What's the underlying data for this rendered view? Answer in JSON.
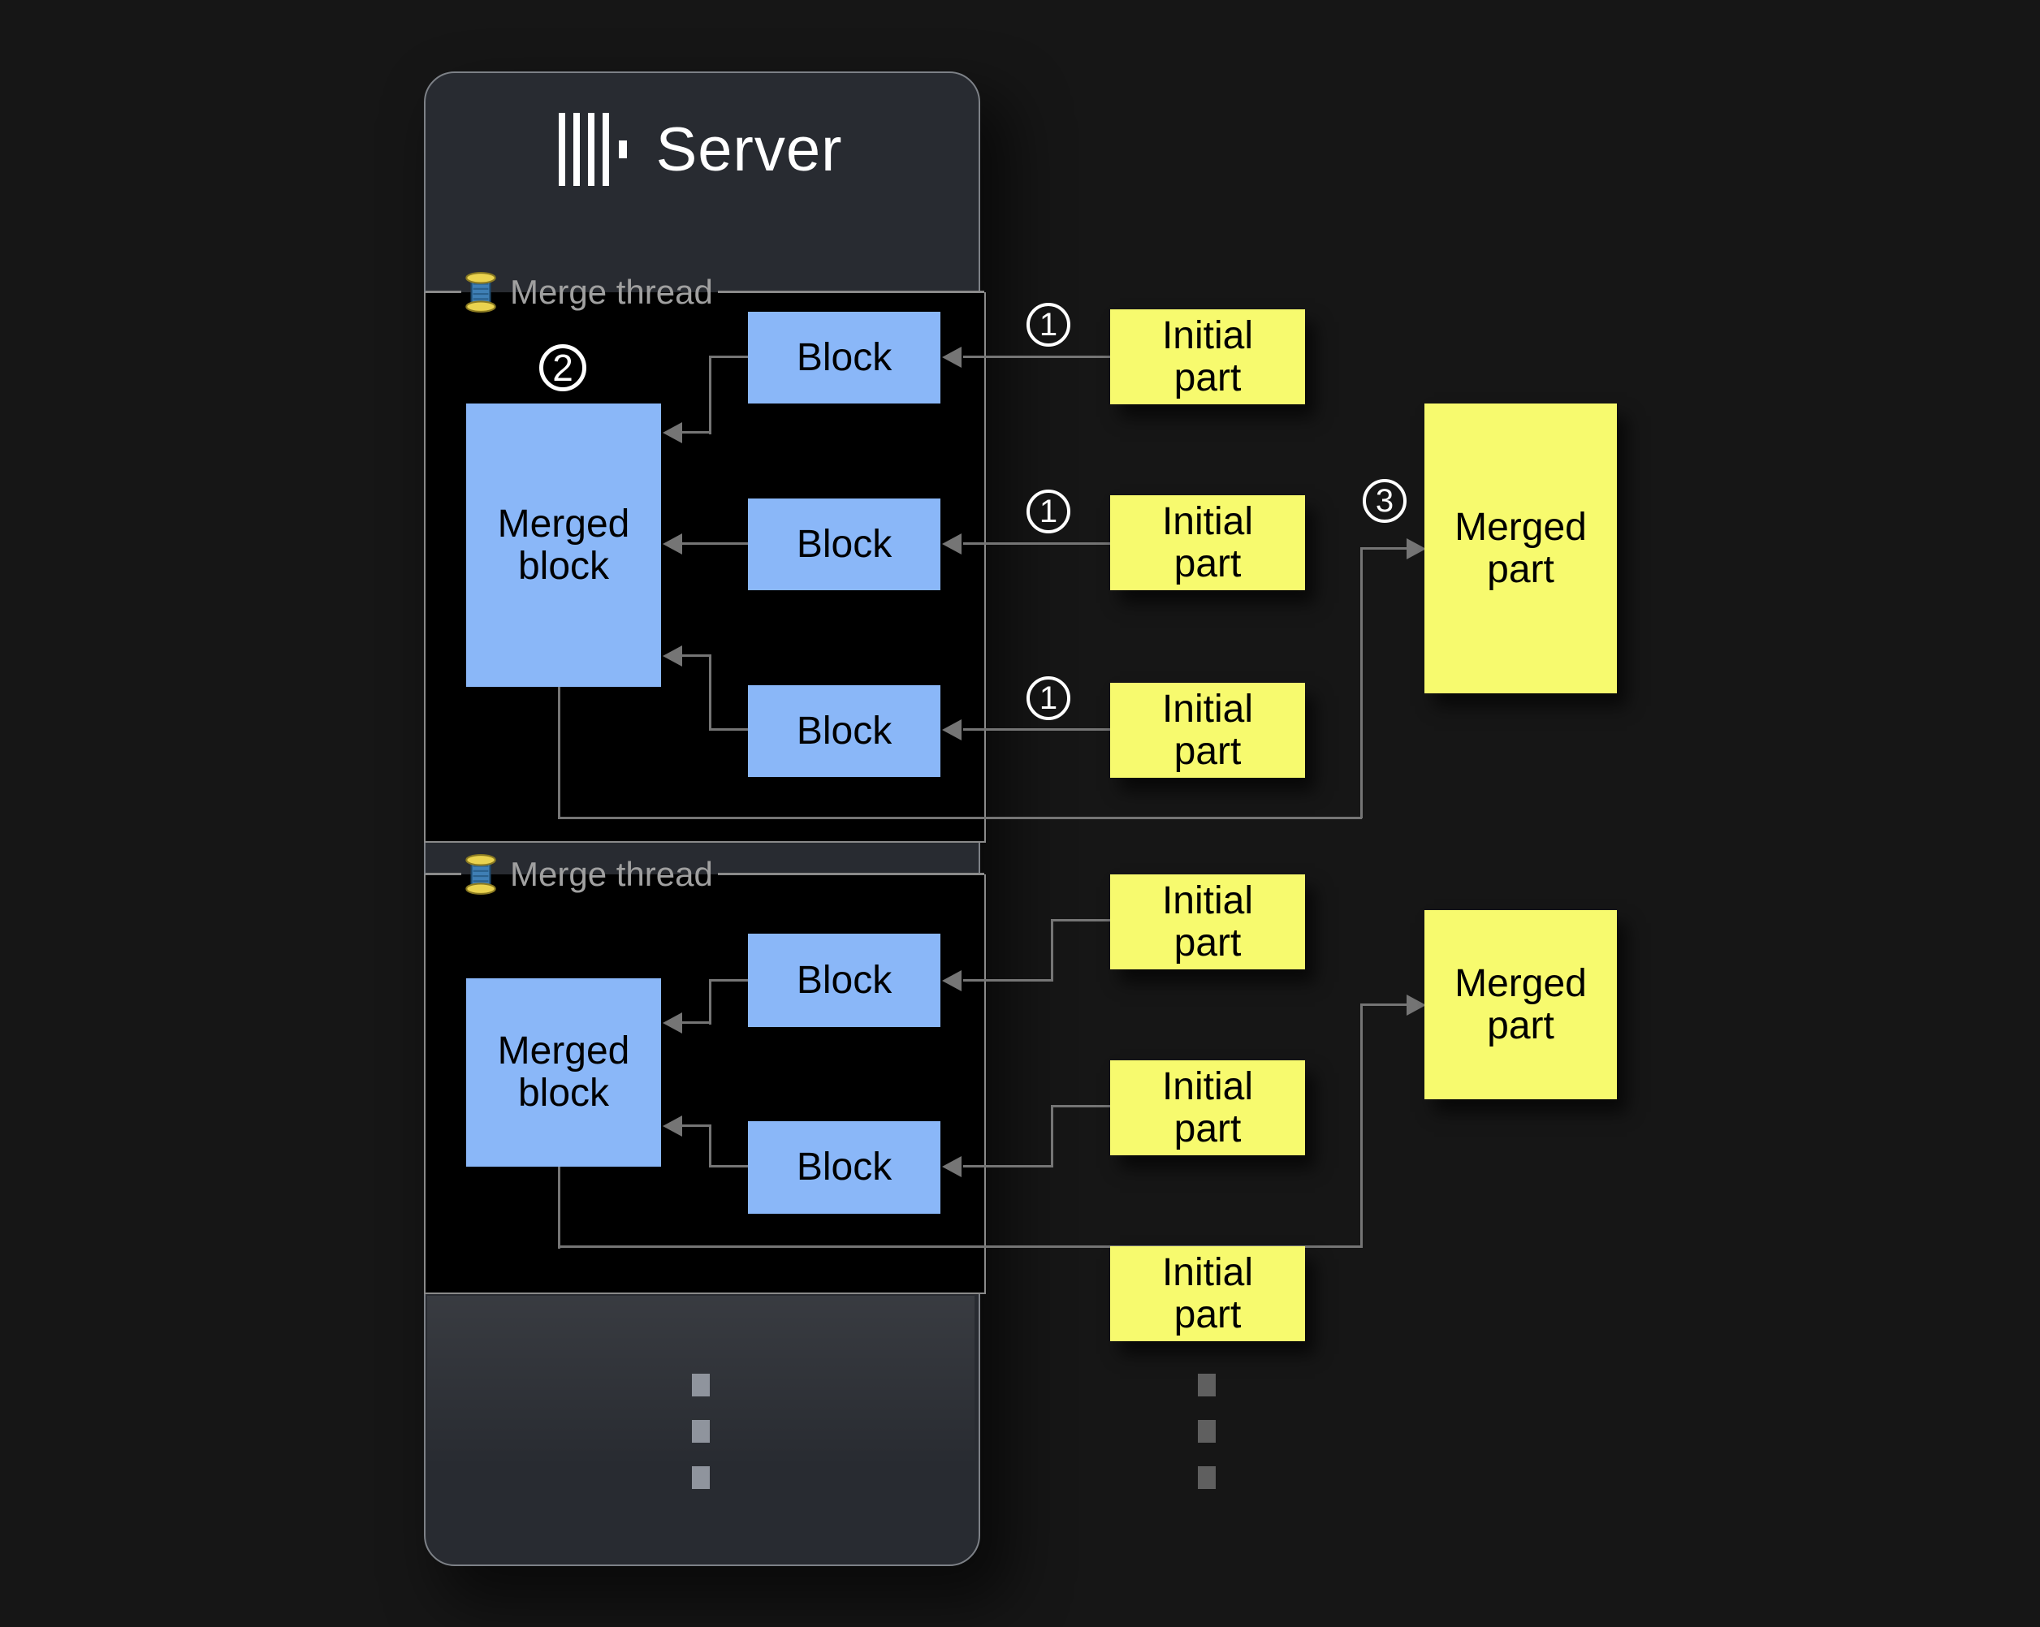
{
  "server": {
    "title": "Server",
    "logo_icon": "clickhouse-logo"
  },
  "threads": [
    {
      "label": "Merge thread",
      "icon": "thread-spool",
      "badge": "2",
      "merged_block": "Merged block",
      "blocks": [
        "Block",
        "Block",
        "Block"
      ]
    },
    {
      "label": "Merge thread",
      "icon": "thread-spool",
      "merged_block": "Merged block",
      "blocks": [
        "Block",
        "Block"
      ]
    }
  ],
  "initial_parts": [
    {
      "label": "Initial part",
      "badge": "1"
    },
    {
      "label": "Initial part",
      "badge": "1"
    },
    {
      "label": "Initial part",
      "badge": "1"
    },
    {
      "label": "Initial part"
    },
    {
      "label": "Initial part"
    },
    {
      "label": "Initial part"
    }
  ],
  "merged_parts": [
    {
      "label": "Merged part",
      "badge": "3"
    },
    {
      "label": "Merged part"
    }
  ],
  "ellipsis": {
    "icon": "vertical-ellipsis-dots",
    "dots_per_column": 3,
    "columns": 2
  },
  "colors": {
    "page_background": "#161616",
    "server_panel": "#282b31",
    "server_border": "#7d8187",
    "thread_panel": "#000000",
    "thread_panel_border": "#8a8a8a",
    "block_fill": "#8ab7f8",
    "part_fill": "#f7fa6e",
    "connector_line": "#757575",
    "legend_text": "#a0a0a0",
    "title_text": "#ffffff",
    "box_text": "#000000"
  }
}
